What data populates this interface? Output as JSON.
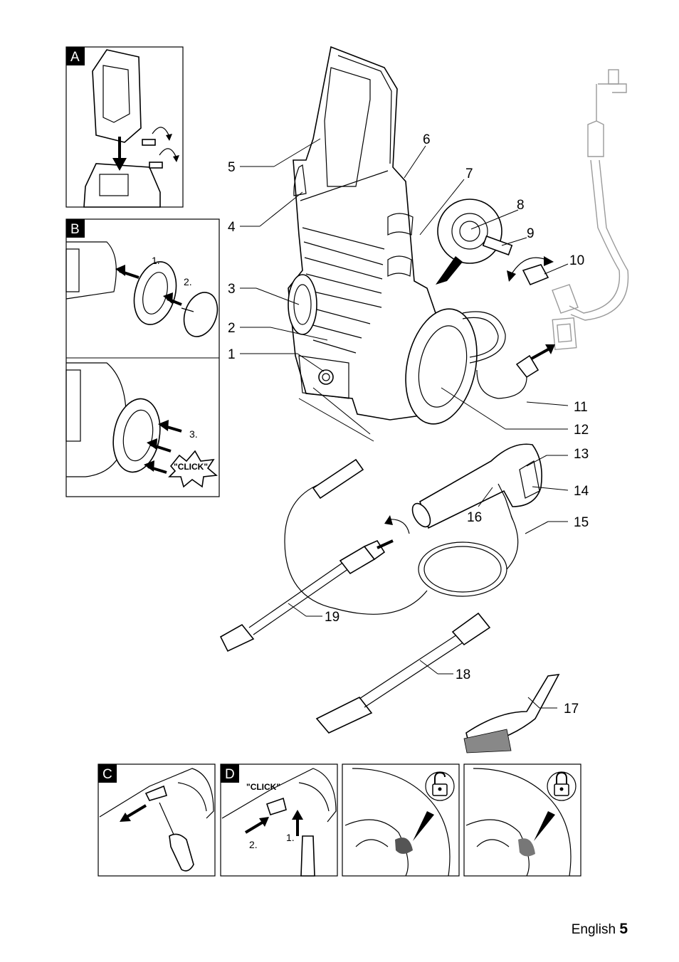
{
  "panels": {
    "A": "A",
    "B": "B",
    "C": "C",
    "D": "D"
  },
  "steps": {
    "b1": "1.",
    "b2": "2.",
    "b3": "3.",
    "b_click": "\"CLICK\"",
    "d_click": "\"CLICK\"",
    "d1": "1.",
    "d2": "2."
  },
  "callouts": [
    "1",
    "2",
    "3",
    "4",
    "5",
    "6",
    "7",
    "8",
    "9",
    "10",
    "11",
    "12",
    "13",
    "14",
    "15",
    "16",
    "17",
    "18",
    "19"
  ],
  "footer": {
    "language": "English",
    "page": "5"
  }
}
